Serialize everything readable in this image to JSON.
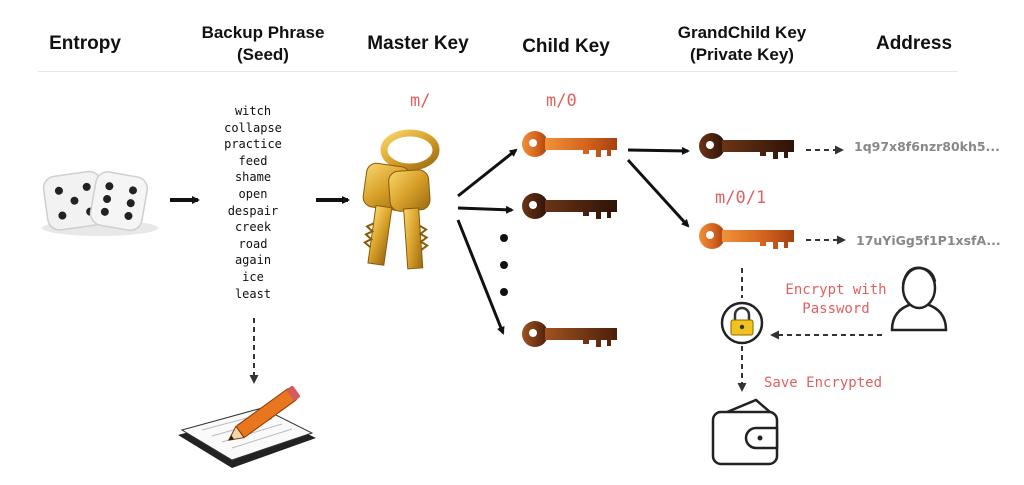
{
  "headers": {
    "entropy": "Entropy",
    "backup_line1": "Backup Phrase",
    "backup_line2": "(Seed)",
    "master": "Master Key",
    "child": "Child Key",
    "grandchild_line1": "GrandChild Key",
    "grandchild_line2": "(Private Key)",
    "address": "Address"
  },
  "seed_words": [
    "witch",
    "collapse",
    "practice",
    "feed",
    "shame",
    "open",
    "despair",
    "creek",
    "road",
    "again",
    "ice",
    "least"
  ],
  "paths": {
    "master": "m/",
    "child": "m/0",
    "grandchild": "m/0/1"
  },
  "addresses": {
    "first": "1q97x8f6nzr80kh5...",
    "second": "17uYiGg5f1P1xsfA..."
  },
  "notes": {
    "encrypt_line1": "Encrypt with",
    "encrypt_line2": "Password",
    "save": "Save Encrypted"
  },
  "icons": [
    "dice-icon",
    "keys-icon",
    "key-icon",
    "padlock-icon",
    "user-icon",
    "wallet-icon",
    "paper-pencil-icon"
  ],
  "colors": {
    "accent_text": "#e05f5f",
    "key_orange": "#e0762a",
    "key_dark": "#4a2210",
    "address_gray": "#888888"
  }
}
